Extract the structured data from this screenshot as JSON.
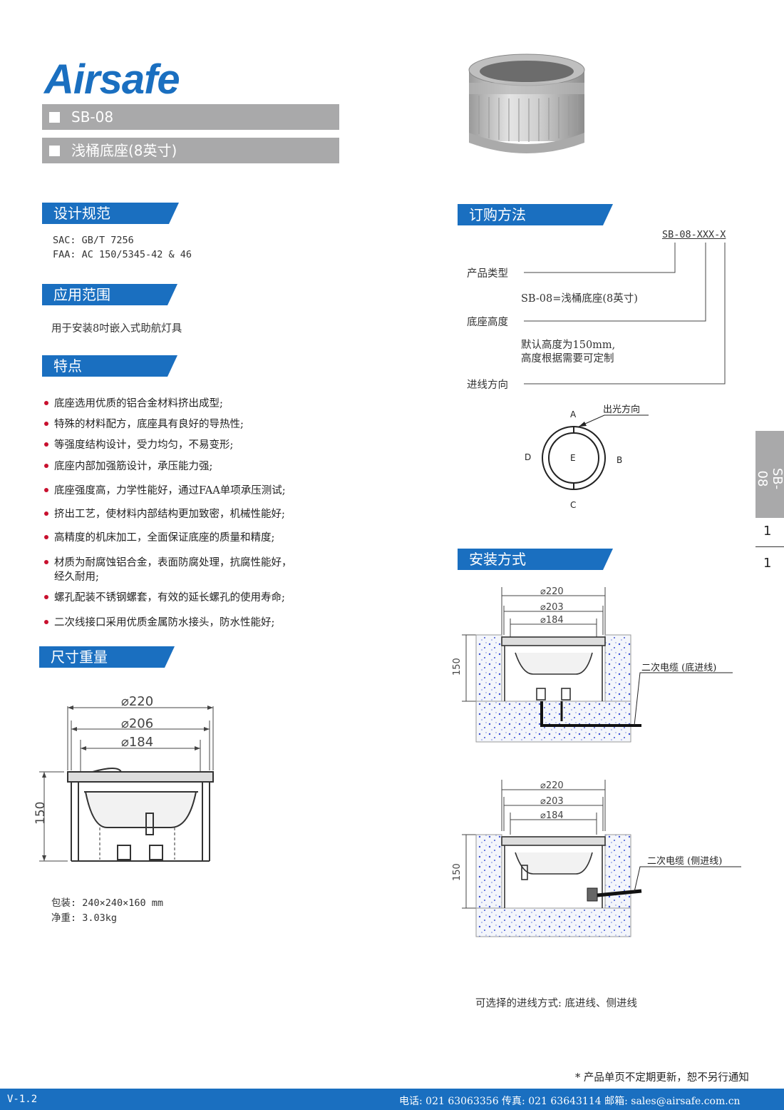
{
  "brand": {
    "logo": "Airsafe",
    "color": "#1a6fc0"
  },
  "header": {
    "model": "SB-08",
    "product_name": "浅桶底座(8英寸)"
  },
  "design_spec": {
    "title": "设计规范",
    "lines": [
      "SAC: GB/T 7256",
      "FAA: AC 150/5345-42 & 46"
    ]
  },
  "application": {
    "title": "应用范围",
    "text": "用于安装8吋嵌入式助航灯具"
  },
  "features": {
    "title": "特点",
    "items": [
      "底座选用优质的铝合金材料挤出成型;",
      "特殊的材料配方，底座具有良好的导热性;",
      "等强度结构设计，受力均匀，不易变形;",
      "底座内部加强筋设计，承压能力强;",
      "底座强度高，力学性能好，通过FAA单项承压测试;",
      "挤出工艺，使材料内部结构更加致密，机械性能好;",
      "高精度的机床加工，全面保证底座的质量和精度;",
      "材质为耐腐蚀铝合金，表面防腐处理，抗腐性能好，",
      "经久耐用;",
      "螺孔配装不锈钢螺套，有效的延长螺孔的使用寿命;",
      "二次线接口采用优质金属防水接头，防水性能好;"
    ]
  },
  "dimensions": {
    "title": "尺寸重量",
    "d1": "220",
    "d2": "206",
    "d3": "184",
    "height": "150",
    "package": "包装: 240×240×160 mm",
    "weight": "净重: 3.03kg"
  },
  "ordering": {
    "title": "订购方法",
    "code": "SB-08-XXX-X",
    "type_label": "产品类型",
    "type_desc": "SB-08=浅桶底座(8英寸)",
    "height_label": "底座高度",
    "height_desc1": "默认高度为150mm,",
    "height_desc2": "高度根据需要可定制",
    "dir_label": "进线方向",
    "light_dir": "出光方向",
    "dir_A": "A",
    "dir_B": "B",
    "dir_C": "C",
    "dir_D": "D",
    "dir_E": "E"
  },
  "install": {
    "title": "安装方式",
    "d1": "220",
    "d2": "203",
    "d3": "184",
    "height": "150",
    "cable_bottom": "二次电缆 (底进线)",
    "cable_side": "二次电缆 (侧进线)",
    "note": "可选择的进线方式: 底进线、侧进线"
  },
  "side_tab": {
    "model": "SB-08",
    "page": "1",
    "total": "1"
  },
  "footer": {
    "notice": "* 产品单页不定期更新，恕不另行通知",
    "version": "V-1.2",
    "contact": "电话: 021 63063356  传真: 021 63643114  邮箱: sales@airsafe.com.cn"
  }
}
